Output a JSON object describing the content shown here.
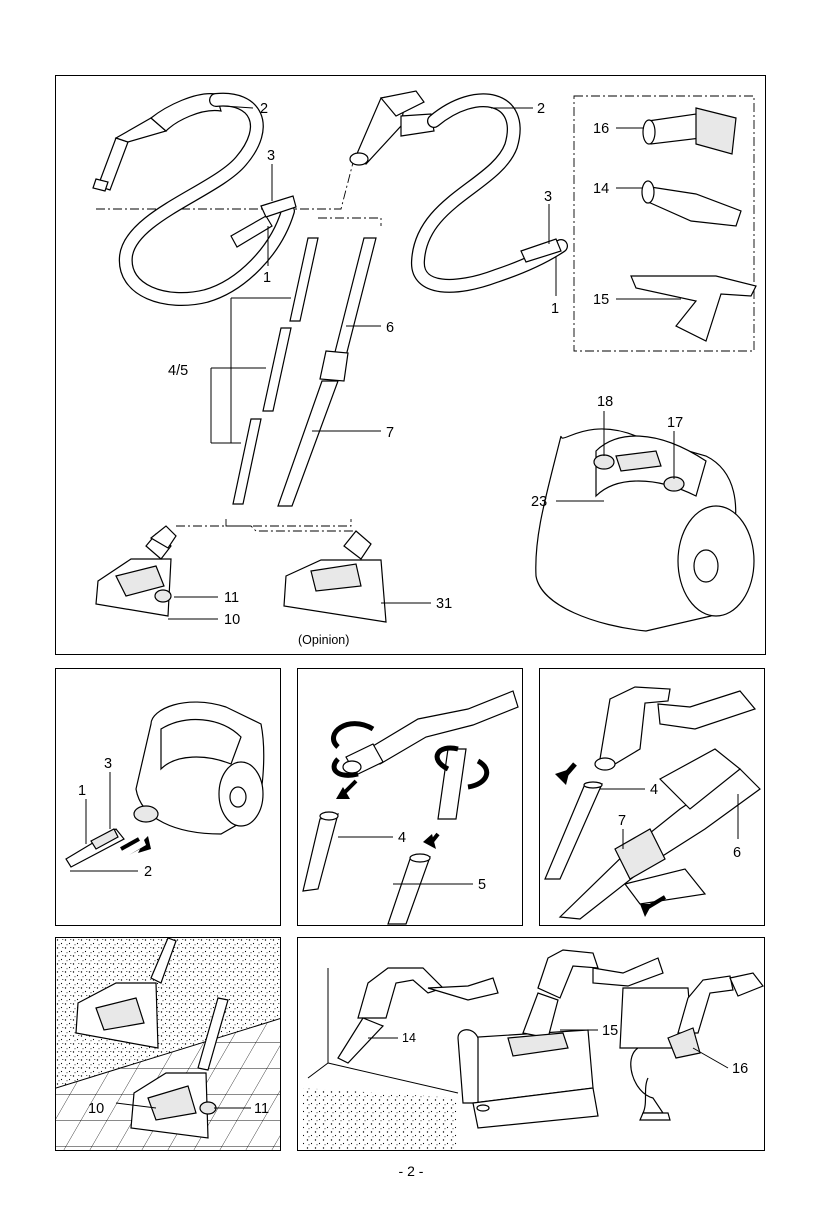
{
  "panel1": {
    "labels": {
      "hose_left_num": "2",
      "hose_right_num": "2",
      "ring_left_num": "3",
      "ring_right_num": "3",
      "tip_left_num": "1",
      "tip_right_num": "1",
      "tubes_num": "4/5",
      "tube_ext_upper_num": "6",
      "tube_ext_lower_num": "7",
      "brush_attach_num": "16",
      "crevice_num": "14",
      "upholstery_num": "15",
      "cleaner_top_left_num": "18",
      "cleaner_top_right_num": "17",
      "cleaner_side_num": "23",
      "floor_pedal_num": "11",
      "floor_body_num": "10",
      "turbo_num": "31",
      "turbo_caption": "(Opinion)"
    }
  },
  "panel2": {
    "labels": {
      "a": "3",
      "b": "1",
      "c": "2"
    }
  },
  "panel3": {
    "labels": {
      "a": "4",
      "b": "5"
    }
  },
  "panel4": {
    "labels": {
      "a": "4",
      "b": "7",
      "c": "6"
    }
  },
  "panel5": {
    "labels": {
      "a": "10",
      "b": "11"
    }
  },
  "panel6": {
    "labels": {
      "a": "14",
      "b": "15",
      "c": "16"
    }
  },
  "page_number": "- 2 -"
}
